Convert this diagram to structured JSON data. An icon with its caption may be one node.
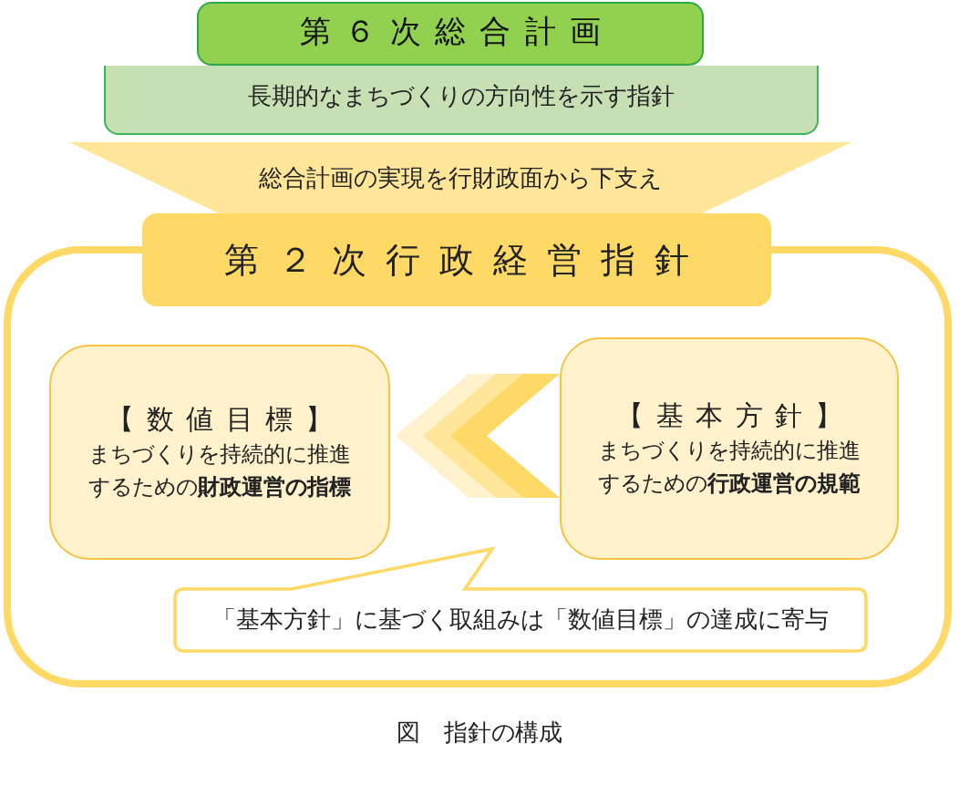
{
  "diagram": {
    "caption": "図　指針の構成",
    "nodes": [
      {
        "text": [
          "第６次総合計画"
        ]
      },
      {
        "text": [
          "長期的なまちづくりの方向性を示す指針"
        ]
      },
      {
        "text": [
          "総合計画の実現を行財政面から下支え"
        ]
      },
      {
        "text": [
          "第２次行政経営指針"
        ]
      },
      {
        "text": [
          "【数値目標】",
          "まちづくりを持続的に推進するための**財政運営の指標**"
        ],
        "in": 3
      },
      {
        "text": [
          "【基本方針】",
          "まちづくりを持続的に推進するための**行政運営の規範**"
        ],
        "in": 3
      },
      {
        "text": [
          "「基本方針」に基づく取組みは「数値目標」の達成に寄与"
        ],
        "in": 3
      }
    ],
    "edges": [
      {
        "from": 5,
        "to": 4,
        "arrow": "to"
      }
    ]
  }
}
